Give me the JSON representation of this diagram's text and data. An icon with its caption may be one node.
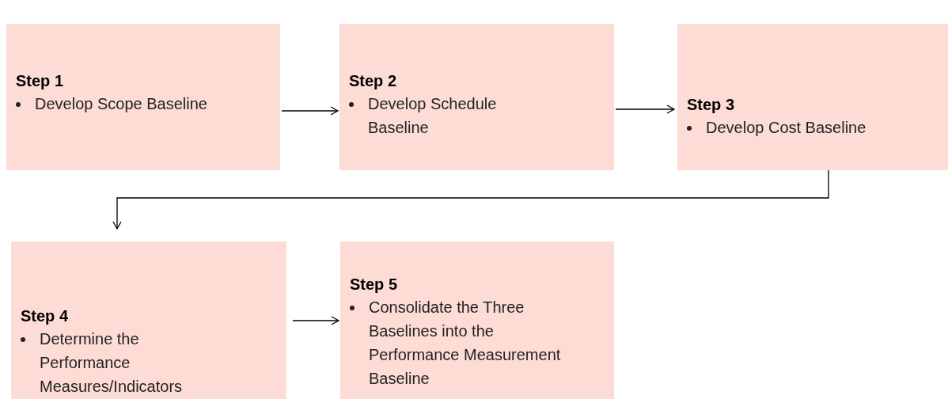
{
  "diagram": {
    "nodes": [
      {
        "text": [
          "Step 1",
          "Develop Scope Baseline"
        ]
      },
      {
        "text": [
          "Step 2",
          "Develop Schedule Baseline"
        ]
      },
      {
        "text": [
          "Step 3",
          "Develop Cost Baseline"
        ]
      },
      {
        "text": [
          "Step 4",
          "Determine the Performance Measures/Indicators"
        ]
      },
      {
        "text": [
          "Step 5",
          "Consolidate the Three Baselines into the Performance Measurement Baseline"
        ]
      }
    ],
    "edges": [
      {
        "from": 0,
        "to": 1,
        "arrow": "to"
      },
      {
        "from": 1,
        "to": 2,
        "arrow": "to"
      },
      {
        "from": 2,
        "to": 3,
        "arrow": "to"
      },
      {
        "from": 3,
        "to": 4,
        "arrow": "to"
      }
    ]
  }
}
